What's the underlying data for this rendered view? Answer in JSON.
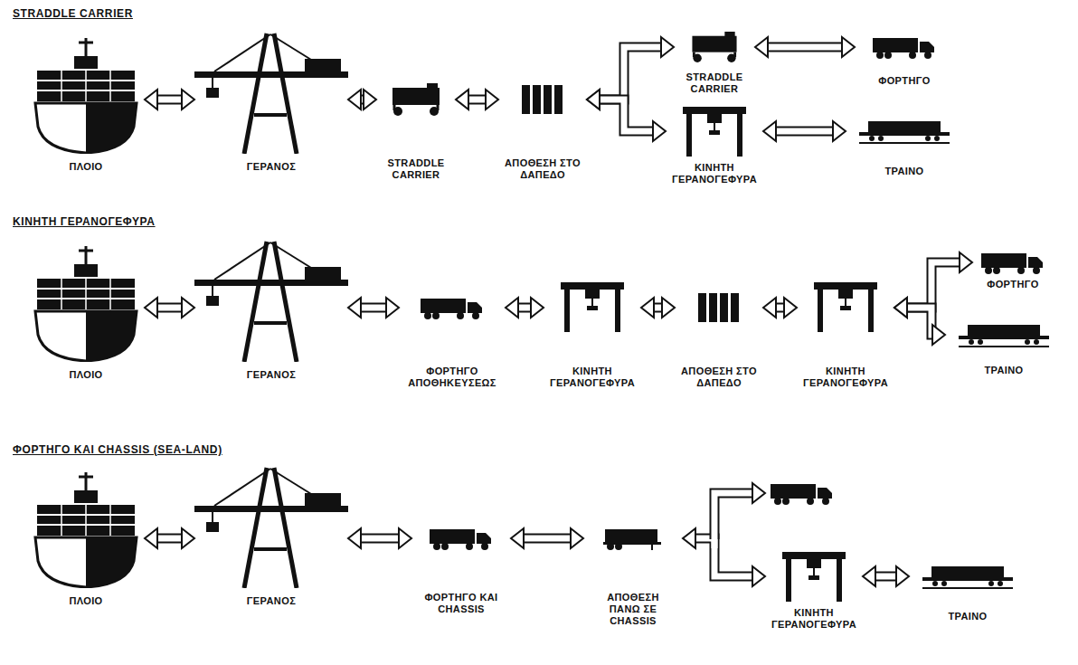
{
  "diagram": {
    "nodes": [
      {
        "text": [
          "ΠΛΟΙΟ"
        ]
      },
      {
        "text": [
          "ΓΕΡΑΝΟΣ"
        ]
      },
      {
        "text": [
          "STRADDLE CARRIER"
        ]
      },
      {
        "text": [
          "ΑΠΟΘΕΣΗ ΣΤΟ ΔΑΠΕΔΟ"
        ]
      },
      {
        "text": [
          "STRADDLE CARRIER"
        ]
      },
      {
        "text": [
          "ΚΙΝΗΤΗ ΓΕΡΑΝΟΓΕΦΥΡΑ"
        ]
      },
      {
        "text": [
          "ΦΟΡΤΗΓΟ"
        ]
      },
      {
        "text": [
          "ΤΡΑΙΝΟ"
        ]
      },
      {
        "text": [
          "ΠΛΟΙΟ"
        ]
      },
      {
        "text": [
          "ΓΕΡΑΝΟΣ"
        ]
      },
      {
        "text": [
          "ΦΟΡΤΗΓΟ ΑΠΟΘΗΚΕΥΣΕΩΣ"
        ]
      },
      {
        "text": [
          "ΚΙΝΗΤΗ ΓΕΡΑΝΟΓΕΦΥΡΑ"
        ]
      },
      {
        "text": [
          "ΑΠΟΘΕΣΗ ΣΤΟ ΔΑΠΕΔΟ"
        ]
      },
      {
        "text": [
          "ΚΙΝΗΤΗ ΓΕΡΑΝΟΓΕΦΥΡΑ"
        ]
      },
      {
        "text": [
          "ΦΟΡΤΗΓΟ"
        ]
      },
      {
        "text": [
          "ΤΡΑΙΝΟ"
        ]
      },
      {
        "text": [
          "ΠΛΟΙΟ"
        ]
      },
      {
        "text": [
          "ΓΕΡΑΝΟΣ"
        ]
      },
      {
        "text": [
          "ΦΟΡΤΗΓΟ ΚΑΙ CHASSIS"
        ]
      },
      {
        "text": [
          "ΑΠΟΘΕΣΗ ΠΑΝΩ ΣΕ CHASSIS"
        ]
      },
      {
        "text": [
          "ΚΙΝΗΤΗ ΓΕΡΑΝΟΓΕΦΥΡΑ"
        ]
      },
      {
        "text": [
          "ΤΡΑΙΝΟ"
        ]
      }
    ],
    "edges": [
      {
        "from": 0,
        "to": 1,
        "arrow": "both"
      },
      {
        "from": 1,
        "to": 2,
        "arrow": "both"
      },
      {
        "from": 2,
        "to": 3,
        "arrow": "both"
      },
      {
        "from": 3,
        "to": 4,
        "arrow": "both"
      },
      {
        "from": 3,
        "to": 5,
        "arrow": "both"
      },
      {
        "from": 4,
        "to": 6,
        "arrow": "both"
      },
      {
        "from": 5,
        "to": 7,
        "arrow": "both"
      },
      {
        "from": 8,
        "to": 9,
        "arrow": "both"
      },
      {
        "from": 9,
        "to": 10,
        "arrow": "both"
      },
      {
        "from": 10,
        "to": 11,
        "arrow": "both"
      },
      {
        "from": 11,
        "to": 12,
        "arrow": "both"
      },
      {
        "from": 12,
        "to": 13,
        "arrow": "both"
      },
      {
        "from": 13,
        "to": 14,
        "arrow": "both"
      },
      {
        "from": 13,
        "to": 15,
        "arrow": "both"
      },
      {
        "from": 16,
        "to": 17,
        "arrow": "both"
      },
      {
        "from": 17,
        "to": 18,
        "arrow": "both"
      },
      {
        "from": 18,
        "to": 19,
        "arrow": "both"
      },
      {
        "from": 19,
        "to": 20,
        "arrow": "both"
      },
      {
        "from": 20,
        "to": 21,
        "arrow": "both"
      }
    ],
    "labels": [
      "STRADDLE CARRIER",
      "ΚΙΝΗΤΗ ΓΕΡΑΝΟΓΕΦΥΡΑ",
      "ΦΟΡΤΗΓΟ ΚΑΙ CHASSIS (SEA-LAND)"
    ]
  }
}
